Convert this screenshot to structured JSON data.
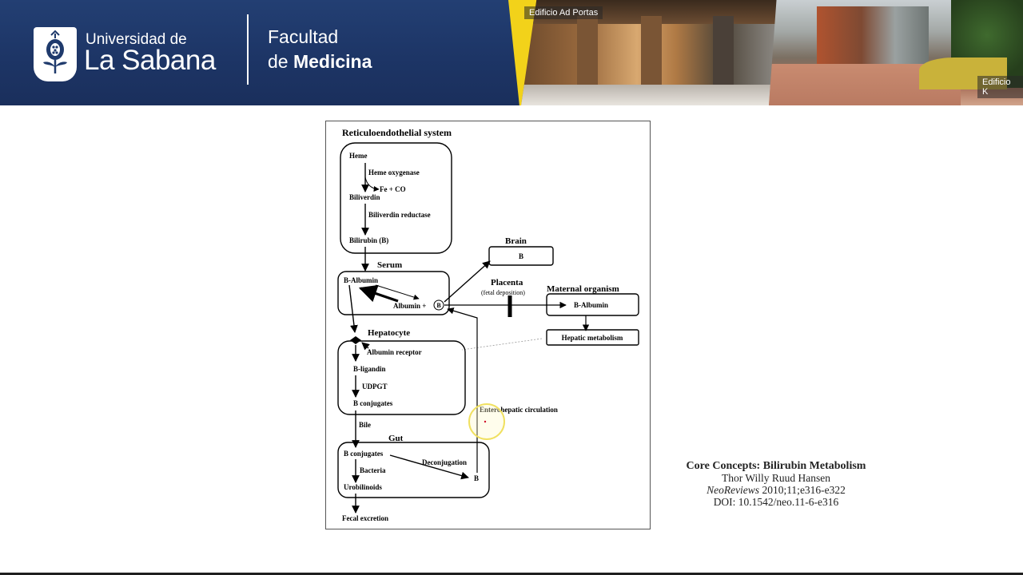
{
  "header": {
    "university_small": "Universidad de",
    "university_big": "La Sabana",
    "faculty_line1": "Facultad",
    "faculty_line2_prefix": "de",
    "faculty_line2_bold": "Medicina",
    "photo_label_left": "Edificio Ad Portas",
    "photo_label_right": "Edificio K"
  },
  "diagram": {
    "title": "Reticuloendothelial system",
    "res": {
      "heme": "Heme",
      "heme_oxygenase": "Heme oxygenase",
      "fe_co": "Fe + CO",
      "biliverdin": "Biliverdin",
      "biliverdin_reductase": "Biliverdin reductase",
      "bilirubin": "Bilirubin (B)"
    },
    "serum": {
      "title": "Serum",
      "b_albumin": "B-Albumin",
      "albumin_plus": "Albumin +",
      "b": "B"
    },
    "brain": {
      "title": "Brain",
      "b": "B"
    },
    "placenta": {
      "title": "Placenta",
      "subtitle": "(fetal deposition)"
    },
    "maternal": {
      "title": "Maternal organism",
      "b_albumin": "B-Albumin",
      "hepatic": "Hepatic metabolism"
    },
    "hepatocyte": {
      "title": "Hepatocyte",
      "albumin_receptor": "Albumin receptor",
      "b_ligandin": "B-ligandin",
      "udpgt": "UDPGT",
      "b_conjugates": "B conjugates"
    },
    "bile": "Bile",
    "enterohepatic": "Enterohepatic circulation",
    "gut": {
      "title": "Gut",
      "b_conjugates": "B conjugates",
      "bacteria": "Bacteria",
      "deconjugation": "Deconjugation",
      "b": "B",
      "urobilinoids": "Urobilinoids"
    },
    "fecal": "Fecal excretion"
  },
  "citation": {
    "title": "Core Concepts: Bilirubin Metabolism",
    "author": "Thor Willy Ruud Hansen",
    "journal": "NeoReviews",
    "ref": "2010;11;e316-e322",
    "doi": "DOI: 10.1542/neo.11-6-e316"
  }
}
